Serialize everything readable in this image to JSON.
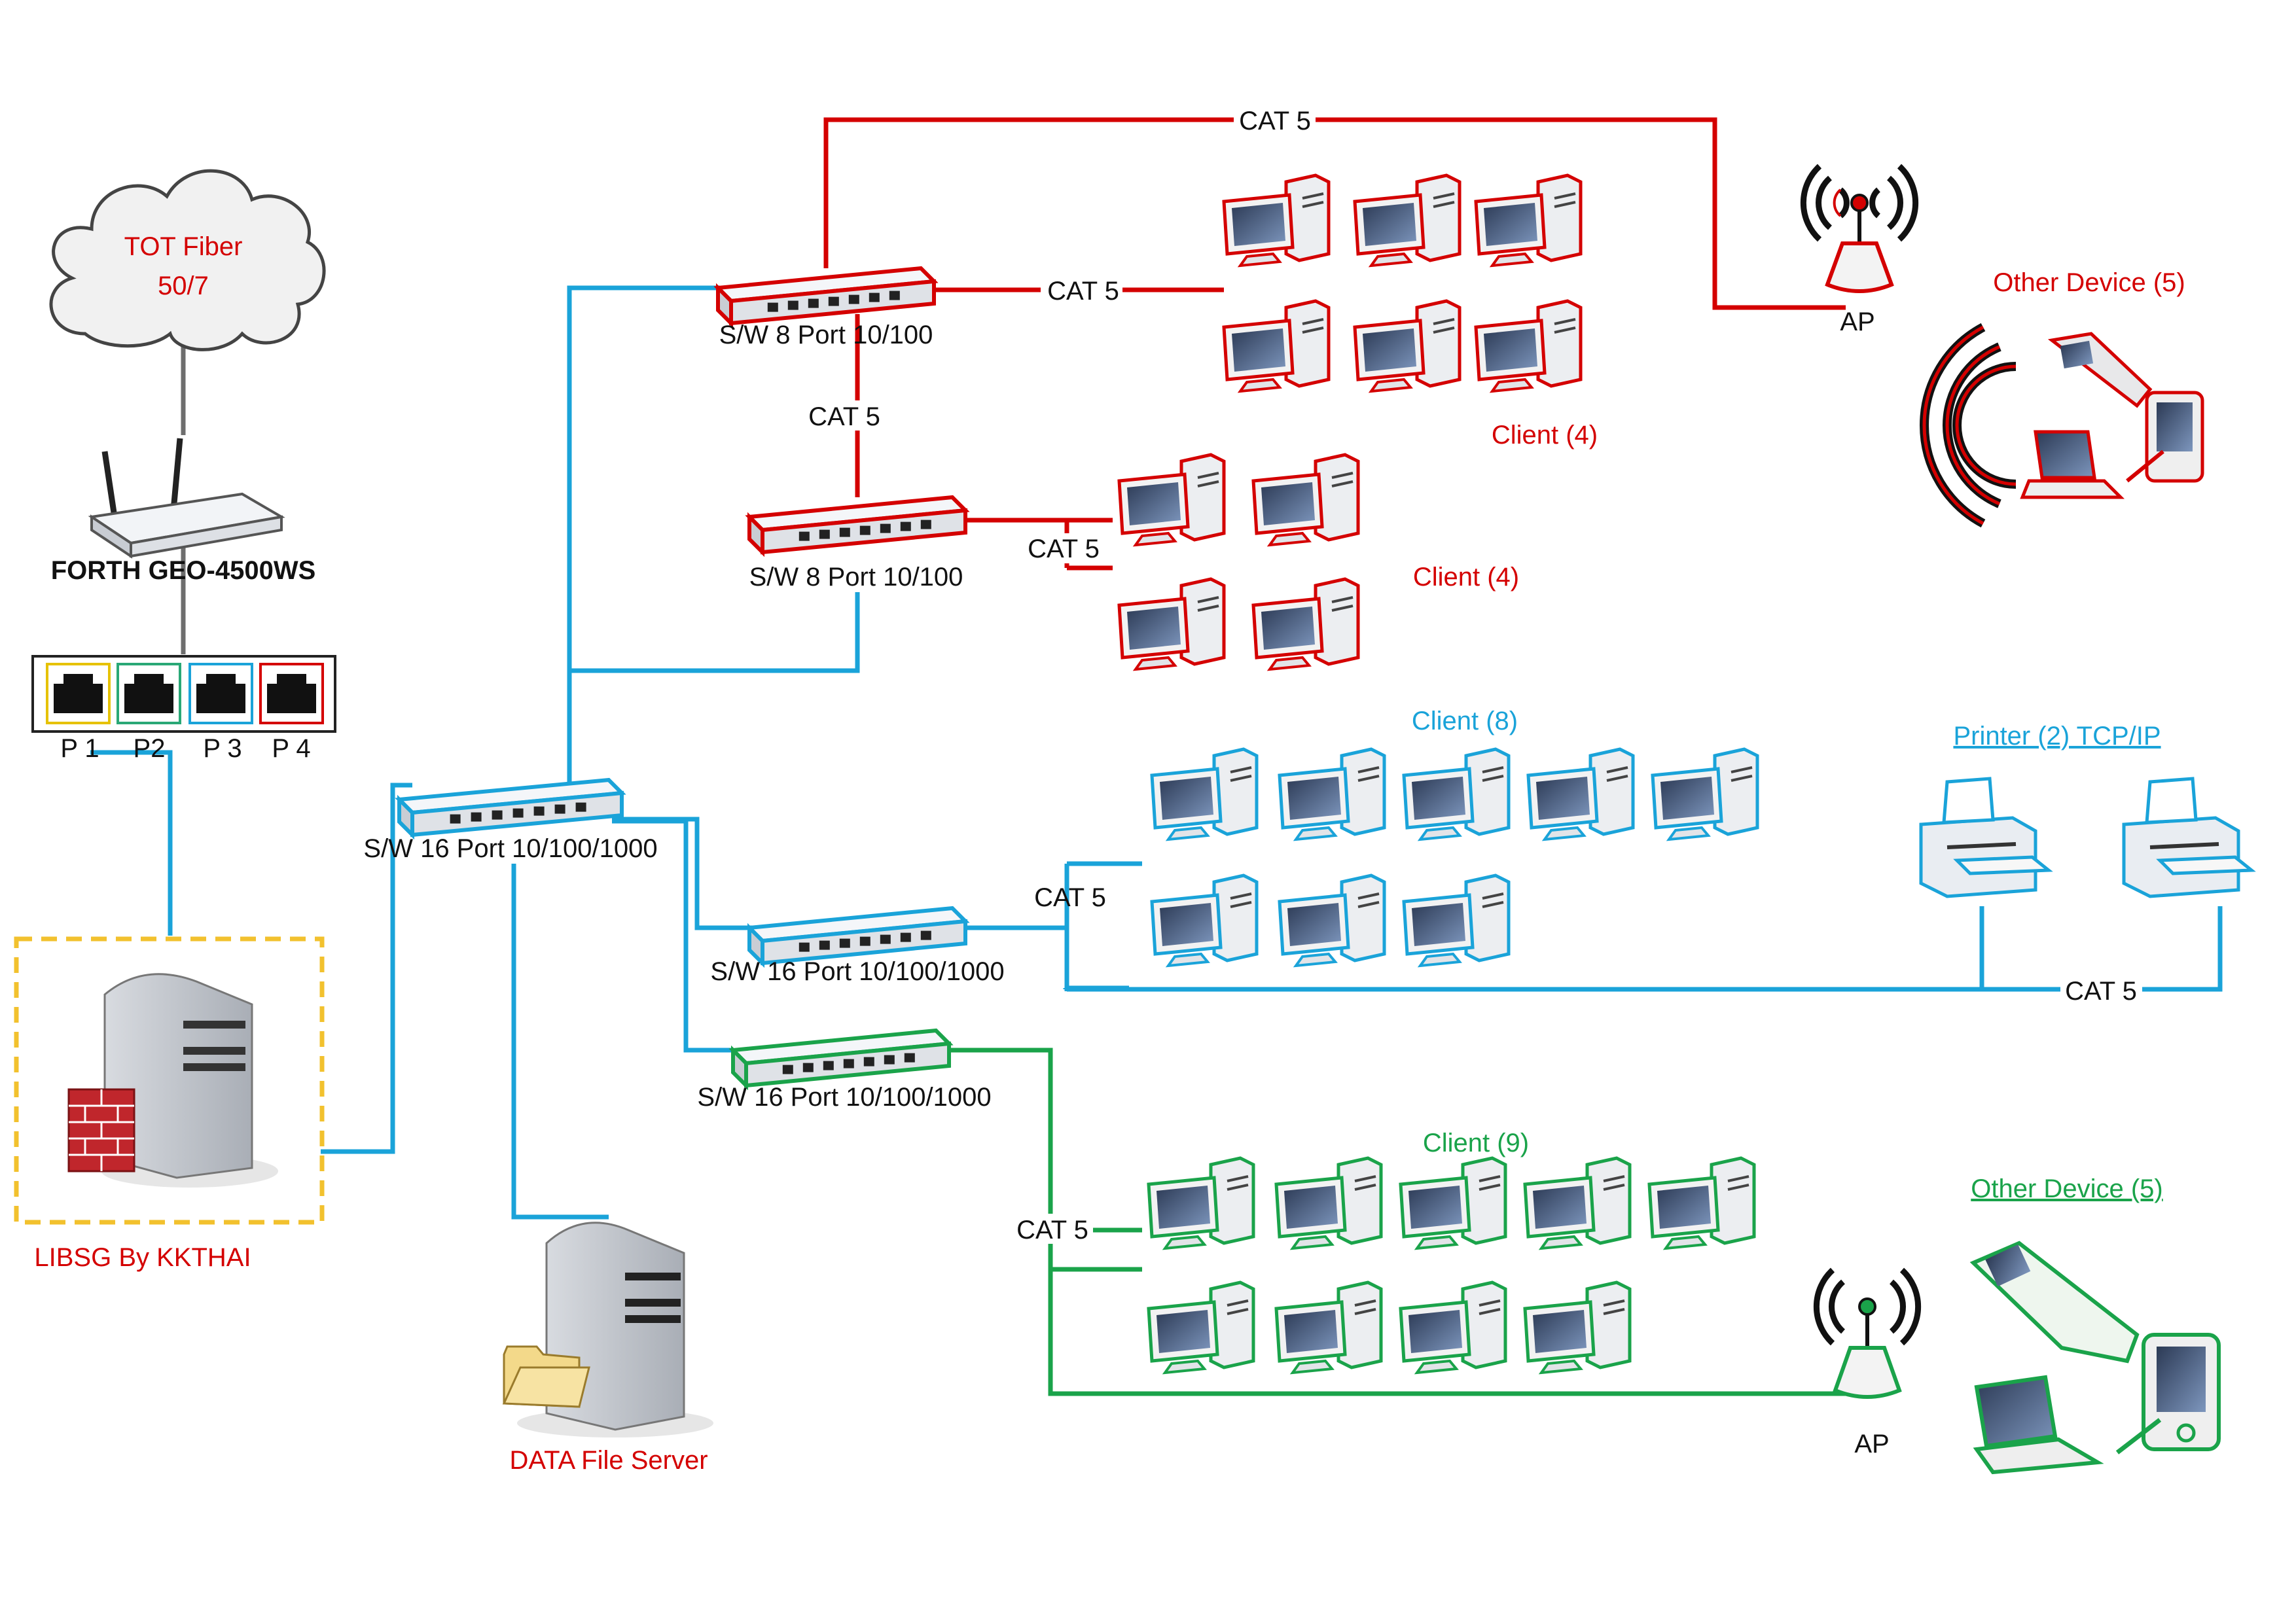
{
  "cloud": {
    "line1": "TOT Fiber",
    "line2": "50/7"
  },
  "router": {
    "label": "FORTH GEO-4500WS"
  },
  "ports": [
    "P 1",
    "P2",
    "P 3",
    "P 4"
  ],
  "firewall": {
    "label": "LIBSG By KKTHAI"
  },
  "file_server": {
    "label": "DATA File Server"
  },
  "switches": {
    "core": "S/W 16 Port 10/100/1000",
    "red_top": "S/W 8 Port 10/100",
    "red_mid": "S/W 8 Port 10/100",
    "blue": "S/W 16 Port 10/100/1000",
    "green": "S/W 16 Port 10/100/1000"
  },
  "cables": {
    "top": "CAT 5",
    "red_clients": "CAT 5",
    "red_link": "CAT 5",
    "red_mid_clients": "CAT 5",
    "blue": "CAT 5",
    "printers": "CAT 5",
    "green": "CAT 5"
  },
  "groups": {
    "client_red_1": "Client (4)",
    "client_red_2": "Client (4)",
    "client_blue": "Client (8)",
    "printers": "Printer (2) TCP/IP",
    "client_green": "Client (9)",
    "other_red": "Other Device (5)",
    "other_green": "Other Device (5)"
  },
  "access_points": {
    "red": "AP",
    "green": "AP"
  },
  "colors": {
    "red": "#d40000",
    "blue": "#1aa3d9",
    "green": "#1aa34a",
    "firewall_border": "#f2c12e",
    "port_yellow": "#e6c200",
    "port_green": "#2aa876",
    "port_blue": "#1aa3d9",
    "port_red": "#d40000"
  }
}
